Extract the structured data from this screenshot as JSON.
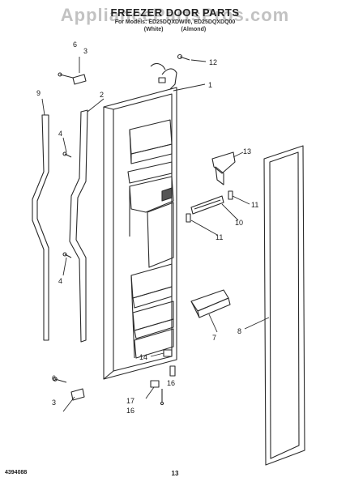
{
  "header": {
    "watermark": "AppliancePartsPros.com",
    "title": "FREEZER DOOR PARTS",
    "models_line": "For Models: ED25DQXDW00, ED25DQXDQ00",
    "color_white": "(White)",
    "color_almond": "(Almond)"
  },
  "callouts": {
    "c1": "1",
    "c2": "2",
    "c3a": "3",
    "c3b": "3",
    "c4a": "4",
    "c4b": "4",
    "c6a": "6",
    "c6b": "6",
    "c7": "7",
    "c8": "8",
    "c9": "9",
    "c10": "10",
    "c11a": "11",
    "c11b": "11",
    "c12": "12",
    "c13": "13",
    "c14": "14",
    "c16a": "16",
    "c16b": "16",
    "c17": "17"
  },
  "footer": {
    "doc_number": "4394088",
    "page_number": "13"
  }
}
